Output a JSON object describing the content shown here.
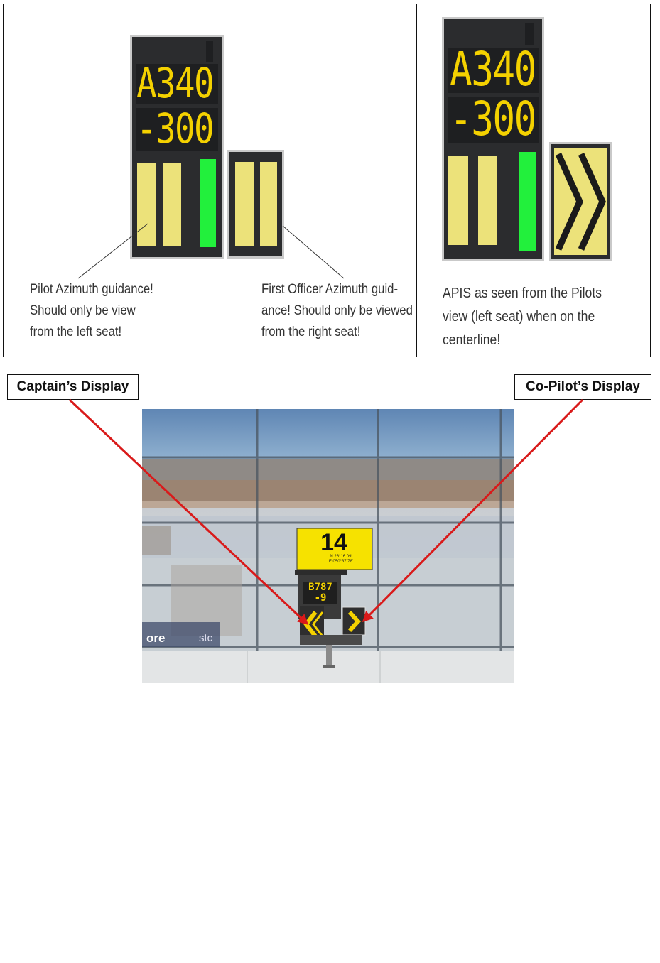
{
  "top_left": {
    "display": {
      "line1": "A340",
      "line2": "-300"
    },
    "pilot_caption": "Pilot Azimuth guidance!\nShould only be view\nfrom the left seat!",
    "fo_caption": "First Officer Azimuth guid-\nance! Should only be viewed\nfrom the right seat!"
  },
  "top_right": {
    "display": {
      "line1": "A340",
      "line2": "-300"
    },
    "caption": "APIS as seen from the Pilots\nview (left seat) when on the\ncenterline!"
  },
  "labels": {
    "captain": "Captain’s Display",
    "copilot": "Co-Pilot’s Display"
  },
  "photo": {
    "stand_number": "14",
    "coords": "N 26°16.09'\nE 050°37.78'",
    "display_line1": "B787",
    "display_line2": "-9",
    "wall_text": "stc",
    "wall_text2": "ore"
  },
  "colors": {
    "display_yellow": "#f4d100",
    "bar_yellow": "#ece27a",
    "bar_green": "#22f03c",
    "arrow_red": "#d91a1a",
    "sign_yellow": "#f6e200"
  }
}
